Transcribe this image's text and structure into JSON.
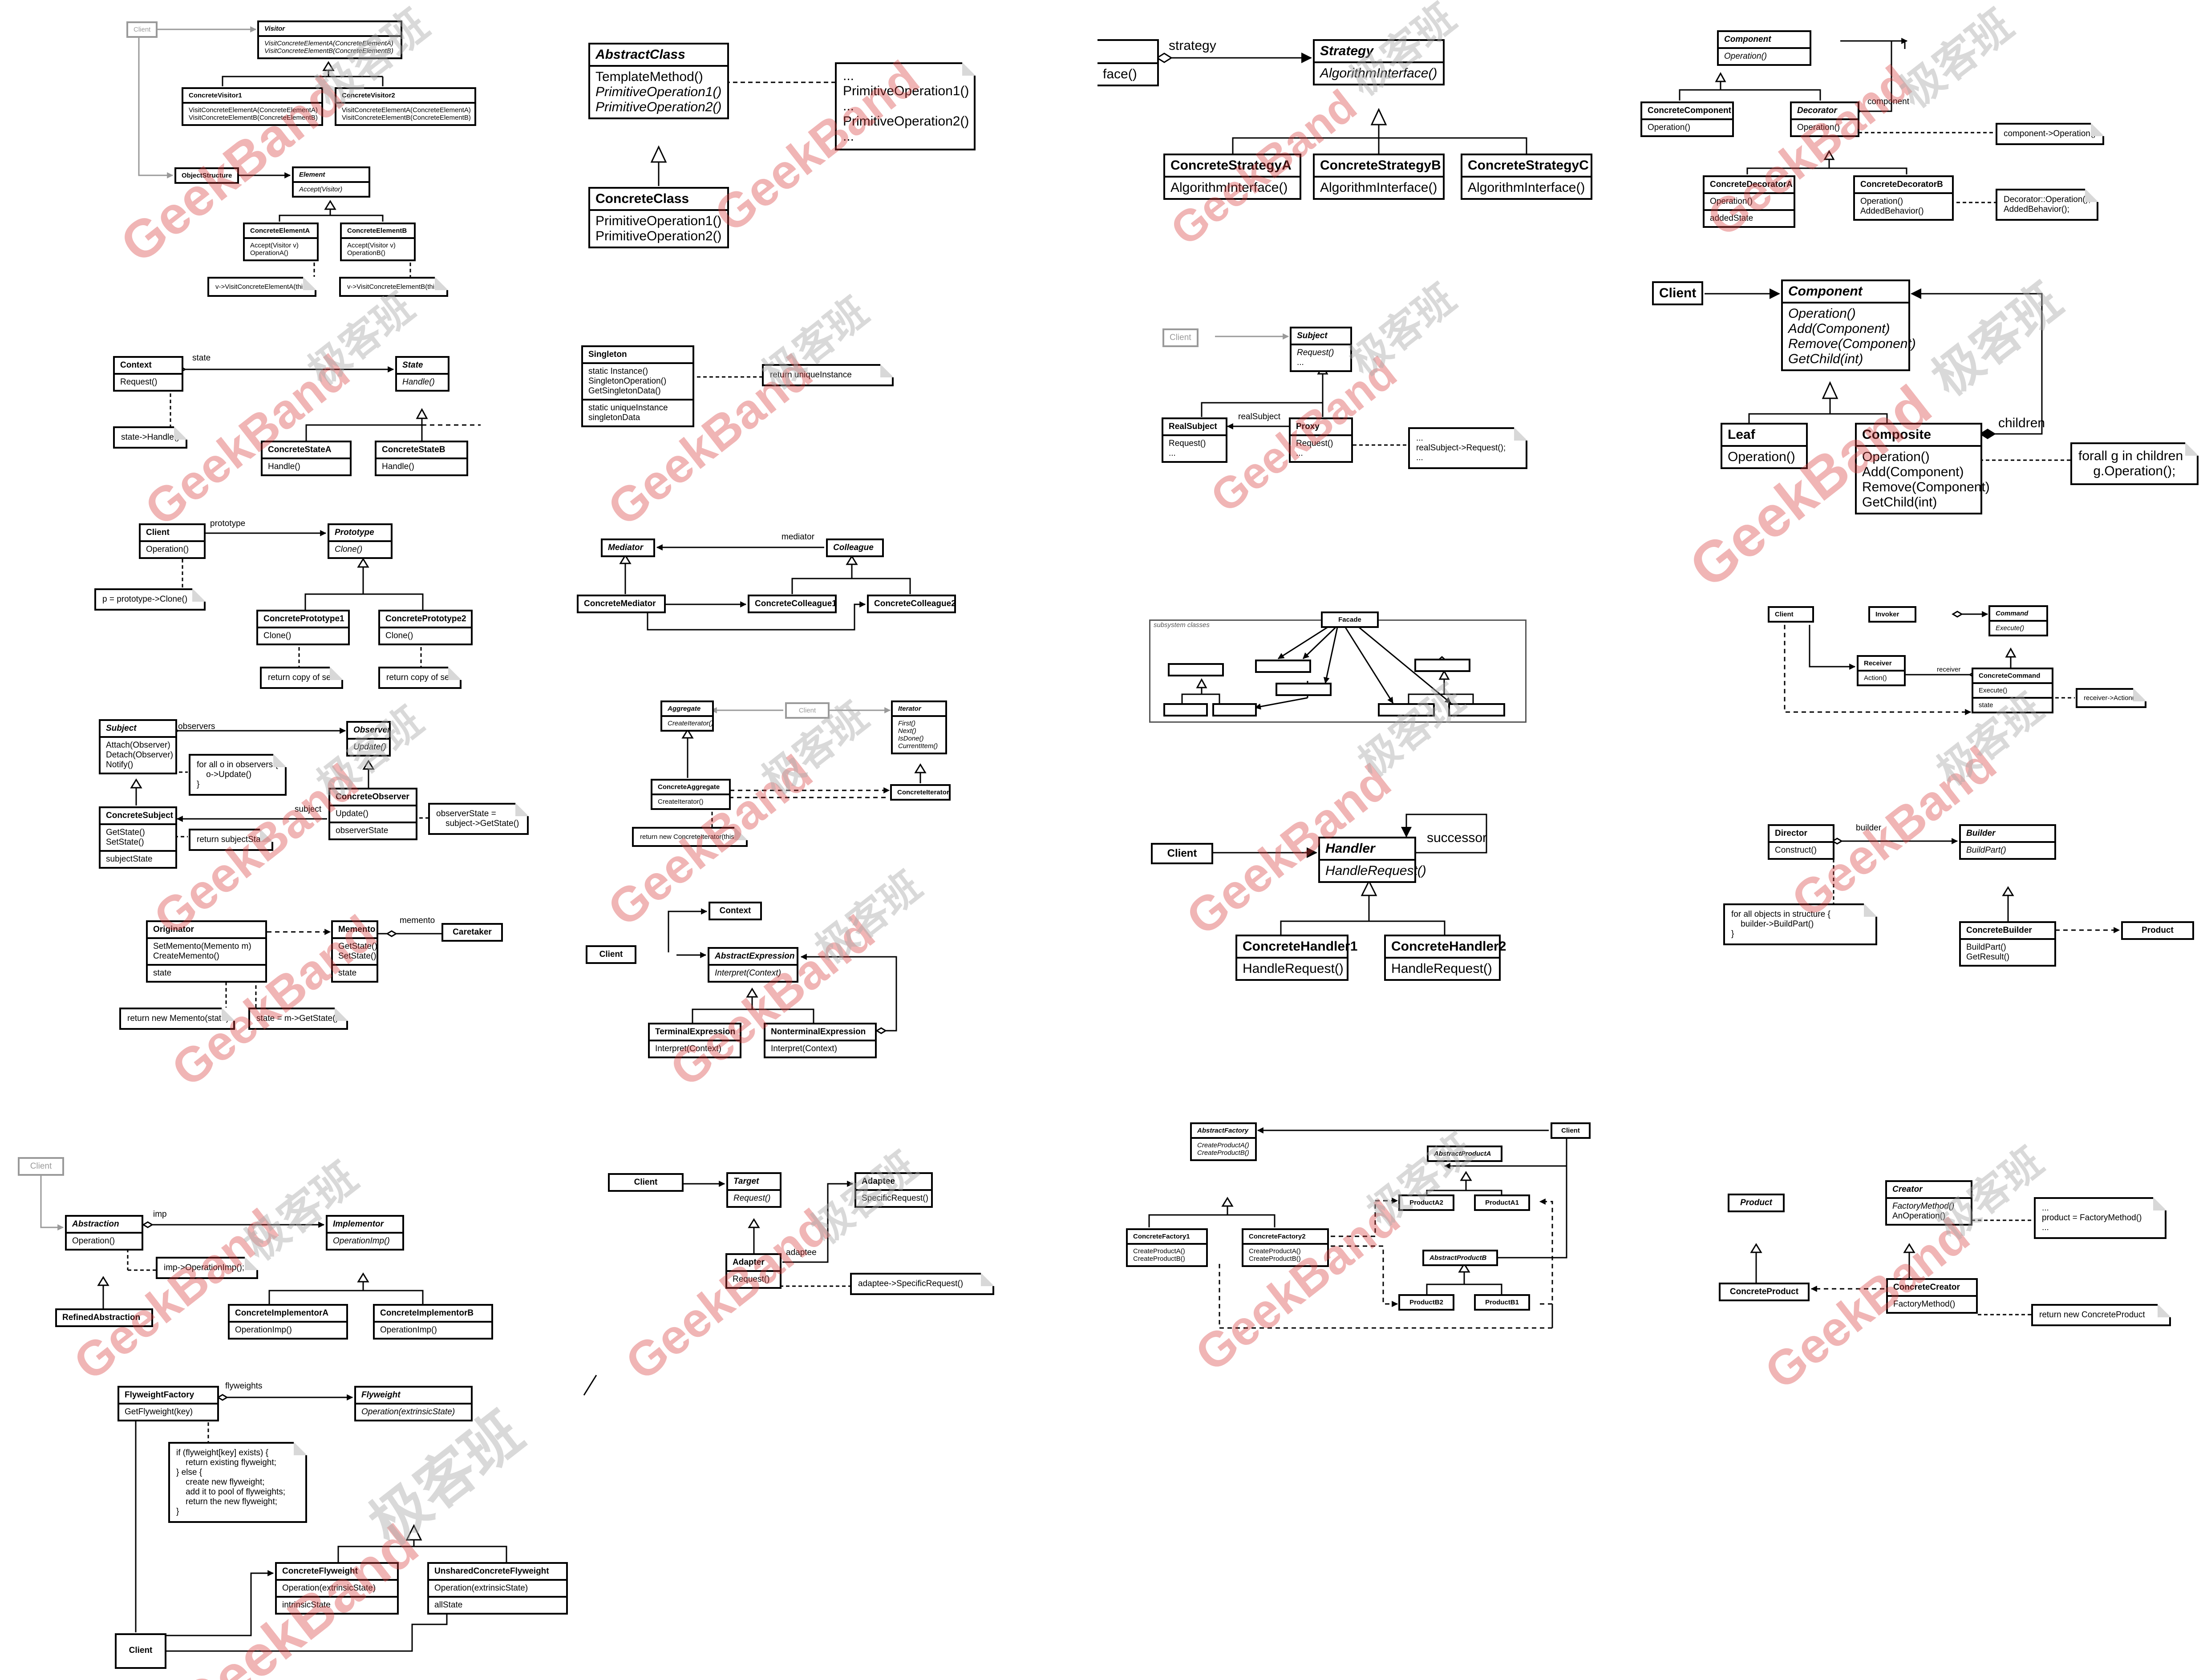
{
  "watermark": {
    "latin": "GeekBand",
    "cjk": "极客班",
    "color": "#d73c3c"
  },
  "visitor": {
    "client": "Client",
    "visitor": {
      "name": "Visitor",
      "ops": [
        "VisitConcreteElementA(ConcreteElementA)",
        "VisitConcreteElementB(ConcreteElementB)"
      ]
    },
    "cv1": {
      "name": "ConcreteVisitor1",
      "ops": [
        "VisitConcreteElementA(ConcreteElementA)",
        "VisitConcreteElementB(ConcreteElementB)"
      ]
    },
    "cv2": {
      "name": "ConcreteVisitor2",
      "ops": [
        "VisitConcreteElementA(ConcreteElementA)",
        "VisitConcreteElementB(ConcreteElementB)"
      ]
    },
    "objectStructure": "ObjectStructure",
    "element": {
      "name": "Element",
      "op": "Accept(Visitor)"
    },
    "ceA": {
      "name": "ConcreteElementA",
      "ops": [
        "Accept(Visitor v)",
        "OperationA()"
      ]
    },
    "ceB": {
      "name": "ConcreteElementB",
      "ops": [
        "Accept(Visitor v)",
        "OperationB()"
      ]
    },
    "noteA": "v->VisitConcreteElementA(this)",
    "noteB": "v->VisitConcreteElementB(this)"
  },
  "template": {
    "abstract": {
      "name": "AbstractClass",
      "ops": [
        "TemplateMethod()",
        "PrimitiveOperation1()",
        "PrimitiveOperation2()"
      ]
    },
    "concrete": {
      "name": "ConcreteClass",
      "ops": [
        "PrimitiveOperation1()",
        "PrimitiveOperation2()"
      ]
    },
    "note": "...\nPrimitiveOperation1()\n...\nPrimitiveOperation2()\n..."
  },
  "strategy": {
    "context_op": "face()",
    "assoc": "strategy",
    "strategy": {
      "name": "Strategy",
      "op": "AlgorithmInterface()"
    },
    "a": {
      "name": "ConcreteStrategyA",
      "op": "AlgorithmInterface()"
    },
    "b": {
      "name": "ConcreteStrategyB",
      "op": "AlgorithmInterface()"
    },
    "c": {
      "name": "ConcreteStrategyC",
      "op": "AlgorithmInterface()"
    }
  },
  "decorator": {
    "component": {
      "name": "Component",
      "op": "Operation()"
    },
    "concreteComponent": {
      "name": "ConcreteComponent",
      "op": "Operation()"
    },
    "decorator": {
      "name": "Decorator",
      "op": "Operation()"
    },
    "assoc": "component",
    "noteDec": "component->Operation()",
    "cdA": {
      "name": "ConcreteDecoratorA",
      "op": "Operation()",
      "attr": "addedState"
    },
    "cdB": {
      "name": "ConcreteDecoratorB",
      "ops": [
        "Operation()",
        "AddedBehavior()"
      ]
    },
    "noteB": "Decorator::Operation();\nAddedBehavior();"
  },
  "state": {
    "context": {
      "name": "Context",
      "op": "Request()"
    },
    "assoc": "state",
    "state": {
      "name": "State",
      "op": "Handle()"
    },
    "a": {
      "name": "ConcreteStateA",
      "op": "Handle()"
    },
    "b": {
      "name": "ConcreteStateB",
      "op": "Handle()"
    },
    "note": "state->Handle()"
  },
  "singleton": {
    "name": "Singleton",
    "ops": [
      "static Instance()",
      "SingletonOperation()",
      "GetSingletonData()"
    ],
    "attrs": [
      "static uniqueInstance",
      "singletonData"
    ],
    "note": "return uniqueInstance"
  },
  "proxy": {
    "client": "Client",
    "subject": {
      "name": "Subject",
      "ops": [
        "Request()",
        "..."
      ]
    },
    "realSubject": {
      "name": "RealSubject",
      "ops": [
        "Request()",
        "..."
      ]
    },
    "proxy": {
      "name": "Proxy",
      "ops": [
        "Request()",
        "..."
      ]
    },
    "assoc": "realSubject",
    "note": "...\nrealSubject->Request();\n..."
  },
  "composite": {
    "client": "Client",
    "component": {
      "name": "Component",
      "ops": [
        "Operation()",
        "Add(Component)",
        "Remove(Component)",
        "GetChild(int)"
      ]
    },
    "leaf": {
      "name": "Leaf",
      "op": "Operation()"
    },
    "composite": {
      "name": "Composite",
      "ops": [
        "Operation()",
        "Add(Component)",
        "Remove(Component)",
        "GetChild(int)"
      ]
    },
    "assoc": "children",
    "note": "forall g in children\n    g.Operation();"
  },
  "prototype": {
    "client": {
      "name": "Client",
      "op": "Operation()"
    },
    "assoc": "prototype",
    "prototype": {
      "name": "Prototype",
      "op": "Clone()"
    },
    "p1": {
      "name": "ConcretePrototype1",
      "op": "Clone()"
    },
    "p2": {
      "name": "ConcretePrototype2",
      "op": "Clone()"
    },
    "noteClient": "p = prototype->Clone()",
    "noteCopy": "return copy of self"
  },
  "mediator": {
    "mediator": "Mediator",
    "assoc": "mediator",
    "colleague": "Colleague",
    "concreteMediator": "ConcreteMediator",
    "cc1": "ConcreteColleague1",
    "cc2": "ConcreteColleague2"
  },
  "facade": {
    "label": "subsystem classes",
    "facade": "Facade"
  },
  "command": {
    "client": "Client",
    "invoker": "Invoker",
    "command": {
      "name": "Command",
      "op": "Execute()"
    },
    "receiver": {
      "name": "Receiver",
      "op": "Action()"
    },
    "assoc": "receiver",
    "concreteCommand": {
      "name": "ConcreteCommand",
      "op": "Execute()",
      "attr": "state"
    },
    "note": "receiver->Action();"
  },
  "observer": {
    "subject": {
      "name": "Subject",
      "ops": [
        "Attach(Observer)",
        "Detach(Observer)",
        "Notify()"
      ]
    },
    "assoc": "observers",
    "observer": {
      "name": "Observer",
      "op": "Update()"
    },
    "noteNotify": "for all o in observers {\n    o->Update()\n}",
    "concreteSubject": {
      "name": "ConcreteSubject",
      "ops": [
        "GetState()",
        "SetState()"
      ],
      "attr": "subjectState"
    },
    "concreteObserver": {
      "name": "ConcreteObserver",
      "op": "Update()",
      "attr": "observerState"
    },
    "assocSubject": "subject",
    "noteState": "observerState =\n    subject->GetState()",
    "noteReturn": "return subjectState"
  },
  "iterator": {
    "aggregate": {
      "name": "Aggregate",
      "op": "CreateIterator()"
    },
    "client": "Client",
    "iterator": {
      "name": "Iterator",
      "ops": [
        "First()",
        "Next()",
        "IsDone()",
        "CurrentItem()"
      ]
    },
    "concreteAggregate": {
      "name": "ConcreteAggregate",
      "op": "CreateIterator()"
    },
    "concreteIterator": "ConcreteIterator",
    "note": "return new ConcreteIterator(this)"
  },
  "chain": {
    "client": "Client",
    "handler": {
      "name": "Handler",
      "op": "HandleRequest()"
    },
    "assoc": "successor",
    "h1": {
      "name": "ConcreteHandler1",
      "op": "HandleRequest()"
    },
    "h2": {
      "name": "ConcreteHandler2",
      "op": "HandleRequest()"
    }
  },
  "builder": {
    "director": {
      "name": "Director",
      "op": "Construct()"
    },
    "assoc": "builder",
    "builder": {
      "name": "Builder",
      "op": "BuildPart()"
    },
    "note": "for all objects in structure {\n    builder->BuildPart()\n}",
    "concreteBuilder": {
      "name": "ConcreteBuilder",
      "ops": [
        "BuildPart()",
        "GetResult()"
      ]
    },
    "product": "Product"
  },
  "memento": {
    "originator": {
      "name": "Originator",
      "ops": [
        "SetMemento(Memento m)",
        "CreateMemento()"
      ],
      "attr": "state"
    },
    "memento": {
      "name": "Memento",
      "ops": [
        "GetState()",
        "SetState()"
      ],
      "attr": "state"
    },
    "assoc": "memento",
    "caretaker": "Caretaker",
    "noteNew": "return new Memento(state)",
    "noteSet": "state = m->GetState()"
  },
  "interpreter": {
    "context": "Context",
    "client": "Client",
    "abstract": {
      "name": "AbstractExpression",
      "op": "Interpret(Context)"
    },
    "terminal": {
      "name": "TerminalExpression",
      "op": "Interpret(Context)"
    },
    "nonterminal": {
      "name": "NonterminalExpression",
      "op": "Interpret(Context)"
    }
  },
  "bridge": {
    "client": "Client",
    "abstraction": {
      "name": "Abstraction",
      "op": "Operation()"
    },
    "assoc": "imp",
    "implementor": {
      "name": "Implementor",
      "op": "OperationImp()"
    },
    "note": "imp->OperationImp();",
    "refined": "RefinedAbstraction",
    "ciA": {
      "name": "ConcreteImplementorA",
      "op": "OperationImp()"
    },
    "ciB": {
      "name": "ConcreteImplementorB",
      "op": "OperationImp()"
    }
  },
  "adapter": {
    "client": "Client",
    "target": {
      "name": "Target",
      "op": "Request()"
    },
    "adaptee": {
      "name": "Adaptee",
      "op": "SpecificRequest()"
    },
    "adapter": {
      "name": "Adapter",
      "op": "Request()"
    },
    "assoc": "adaptee",
    "note": "adaptee->SpecificRequest()"
  },
  "abstractFactory": {
    "factory": {
      "name": "AbstractFactory",
      "ops": [
        "CreateProductA()",
        "CreateProductB()"
      ]
    },
    "client": "Client",
    "productA": "AbstractProductA",
    "a2": "ProductA2",
    "a1": "ProductA1",
    "cf1": {
      "name": "ConcreteFactory1",
      "ops": [
        "CreateProductA()",
        "CreateProductB()"
      ]
    },
    "cf2": {
      "name": "ConcreteFactory2",
      "ops": [
        "CreateProductA()",
        "CreateProductB()"
      ]
    },
    "productB": "AbstractProductB",
    "b2": "ProductB2",
    "b1": "ProductB1"
  },
  "factoryMethod": {
    "product": "Product",
    "creator": {
      "name": "Creator",
      "ops": [
        "FactoryMethod()",
        "AnOperation()"
      ]
    },
    "note": "...\nproduct = FactoryMethod()\n...",
    "concreteProduct": "ConcreteProduct",
    "concreteCreator": {
      "name": "ConcreteCreator",
      "op": "FactoryMethod()"
    },
    "noteReturn": "return new ConcreteProduct"
  },
  "flyweight": {
    "factory": {
      "name": "FlyweightFactory",
      "op": "GetFlyweight(key)"
    },
    "assoc": "flyweights",
    "flyweight": {
      "name": "Flyweight",
      "op": "Operation(extrinsicState)"
    },
    "note": "if (flyweight[key] exists) {\n    return existing flyweight;\n} else {\n    create new flyweight;\n    add it to pool of flyweights;\n    return the new flyweight;\n}",
    "concrete": {
      "name": "ConcreteFlyweight",
      "op": "Operation(extrinsicState)",
      "attr": "intrinsicState"
    },
    "unshared": {
      "name": "UnsharedConcreteFlyweight",
      "op": "Operation(extrinsicState)",
      "attr": "allState"
    },
    "client": "Client"
  }
}
